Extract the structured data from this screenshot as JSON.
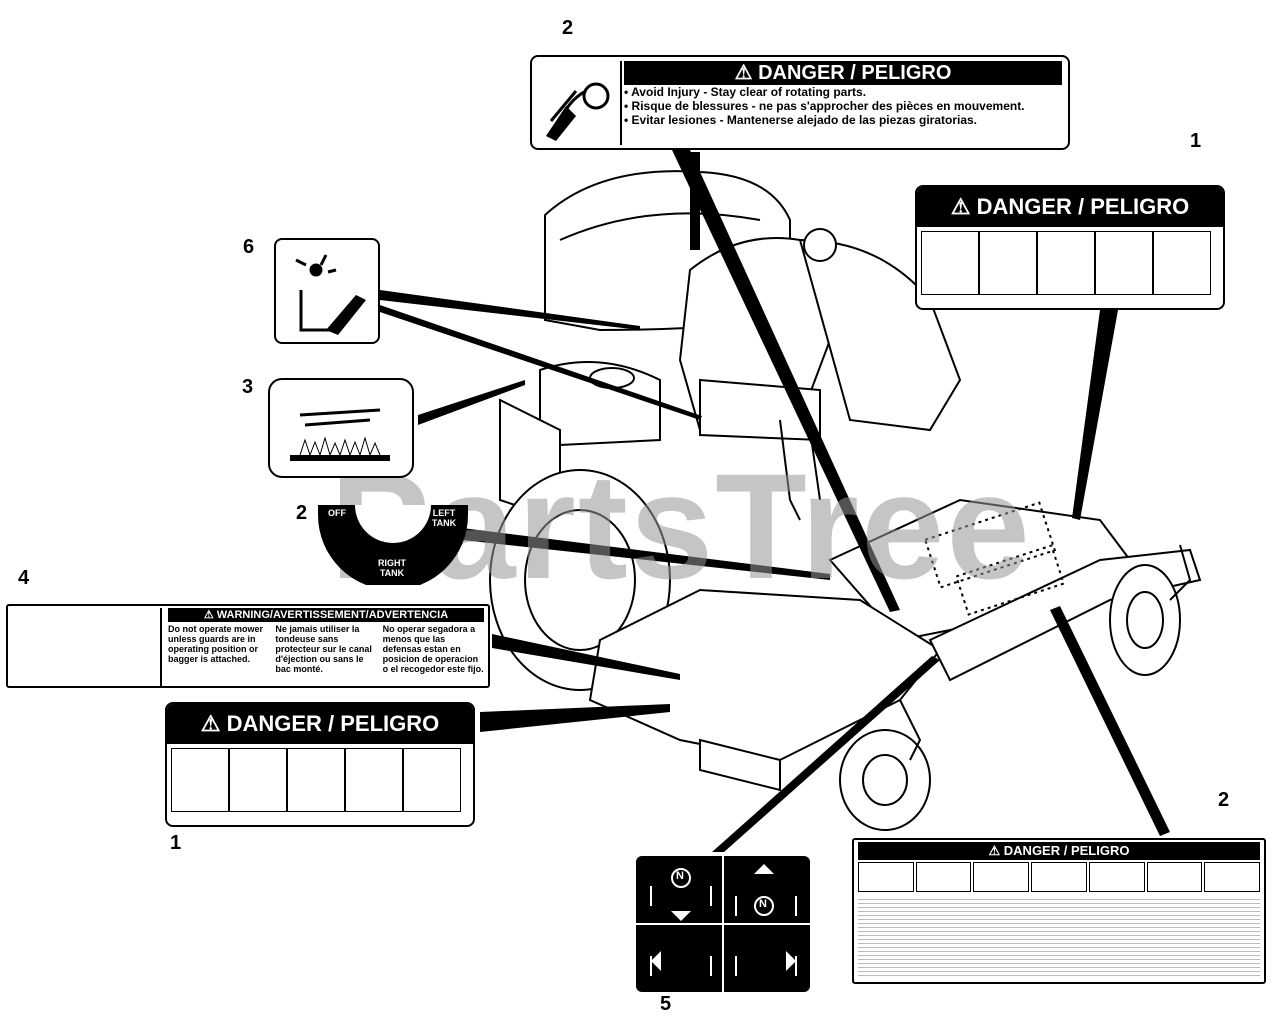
{
  "callouts": {
    "n2_top": "2",
    "n1_right": "1",
    "n6": "6",
    "n3": "3",
    "n2_mid": "2",
    "n4": "4",
    "n1_bottom": "1",
    "n2_bottom_right": "2",
    "n5": "5"
  },
  "decal_2_top": {
    "header": "⚠ DANGER / PELIGRO",
    "bullets": [
      "• Avoid Injury - Stay clear of rotating parts.",
      "• Risque de blessures - ne pas s'approcher des pièces en mouvement.",
      "• Evitar lesiones - Mantenerse alejado de las piezas giratorias."
    ]
  },
  "decal_1": {
    "header": "⚠ DANGER / PELIGRO"
  },
  "fuel_decal": {
    "off": "OFF",
    "left": "LEFT TANK",
    "right": "RIGHT TANK"
  },
  "decal_4": {
    "header": "⚠ WARNING/AVERTISSEMENT/ADVERTENCIA",
    "col1": "Do not operate mower unless guards are in operating position or bagger is attached.",
    "col2": "Ne jamais utiliser la tondeuse sans protecteur sur le canal d'éjection ou sans le bac monté.",
    "col3": "No operar segadora a menos que las defensas estan en posicion de operacion o el recogedor este fijo."
  },
  "decal_5": {
    "neutral": "N"
  },
  "decal_2_bottom": {
    "header": "⚠ DANGER / PELIGRO"
  },
  "watermark": "PartsTree",
  "colors": {
    "ink": "#000000",
    "paper": "#ffffff",
    "watermark": "#969696"
  }
}
